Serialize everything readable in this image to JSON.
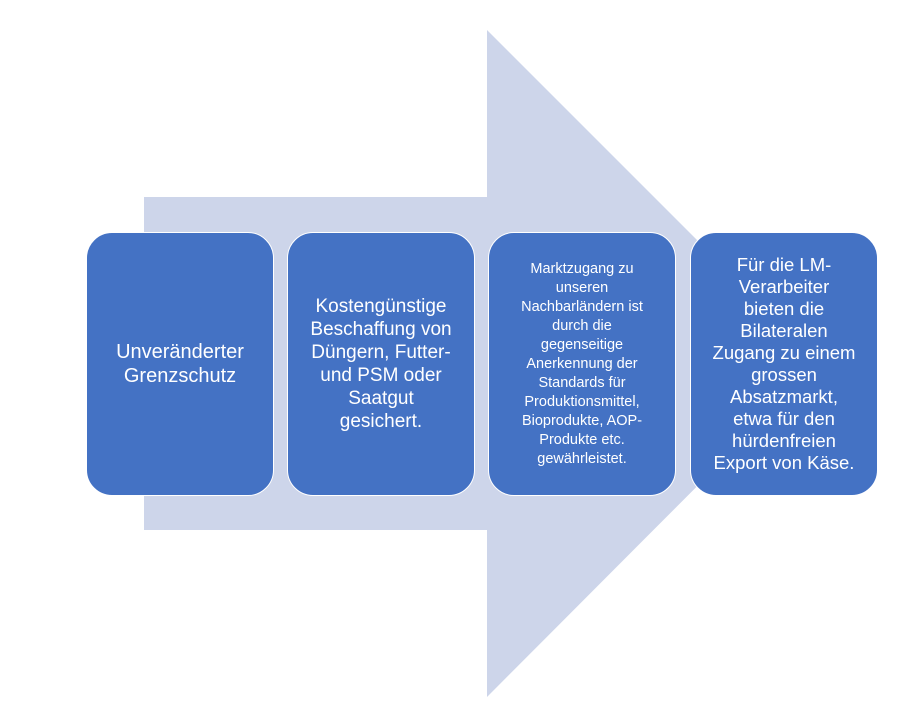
{
  "colors": {
    "arrow": "#CDD5EA",
    "box": "#4472C4",
    "text": "#FFFFFF"
  },
  "steps": [
    {
      "text": "Unveränderter\nGrenzschutz"
    },
    {
      "text": "Kostengünstige\nBeschaffung von\nDüngern, Futter-\nund PSM oder\nSaatgut\ngesichert."
    },
    {
      "text": "Marktzugang zu\nunseren\nNachbarländern ist\ndurch die\ngegenseitige\nAnerkennung der\nStandards für\nProduktionsmittel,\nBioprodukte, AOP-\nProdukte etc.\ngewährleistet."
    },
    {
      "text": "Für die LM-\nVerarbeiter\nbieten die\nBilateralen\nZugang zu einem\ngrossen\nAbsatzmarkt,\netwa für den\nhürdenfreien\nExport von Käse."
    }
  ]
}
